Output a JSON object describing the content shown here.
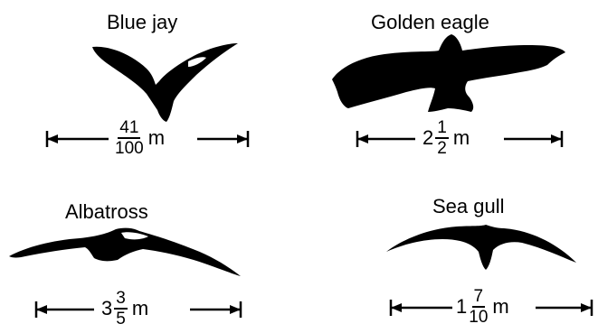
{
  "birds": [
    {
      "name": "Blue jay",
      "value": {
        "whole": "",
        "numerator": "41",
        "denominator": "100",
        "unit": "m"
      }
    },
    {
      "name": "Golden eagle",
      "value": {
        "whole": "2",
        "numerator": "1",
        "denominator": "2",
        "unit": "m"
      }
    },
    {
      "name": "Albatross",
      "value": {
        "whole": "3",
        "numerator": "3",
        "denominator": "5",
        "unit": "m"
      }
    },
    {
      "name": "Sea gull",
      "value": {
        "whole": "1",
        "numerator": "7",
        "denominator": "10",
        "unit": "m"
      }
    }
  ]
}
